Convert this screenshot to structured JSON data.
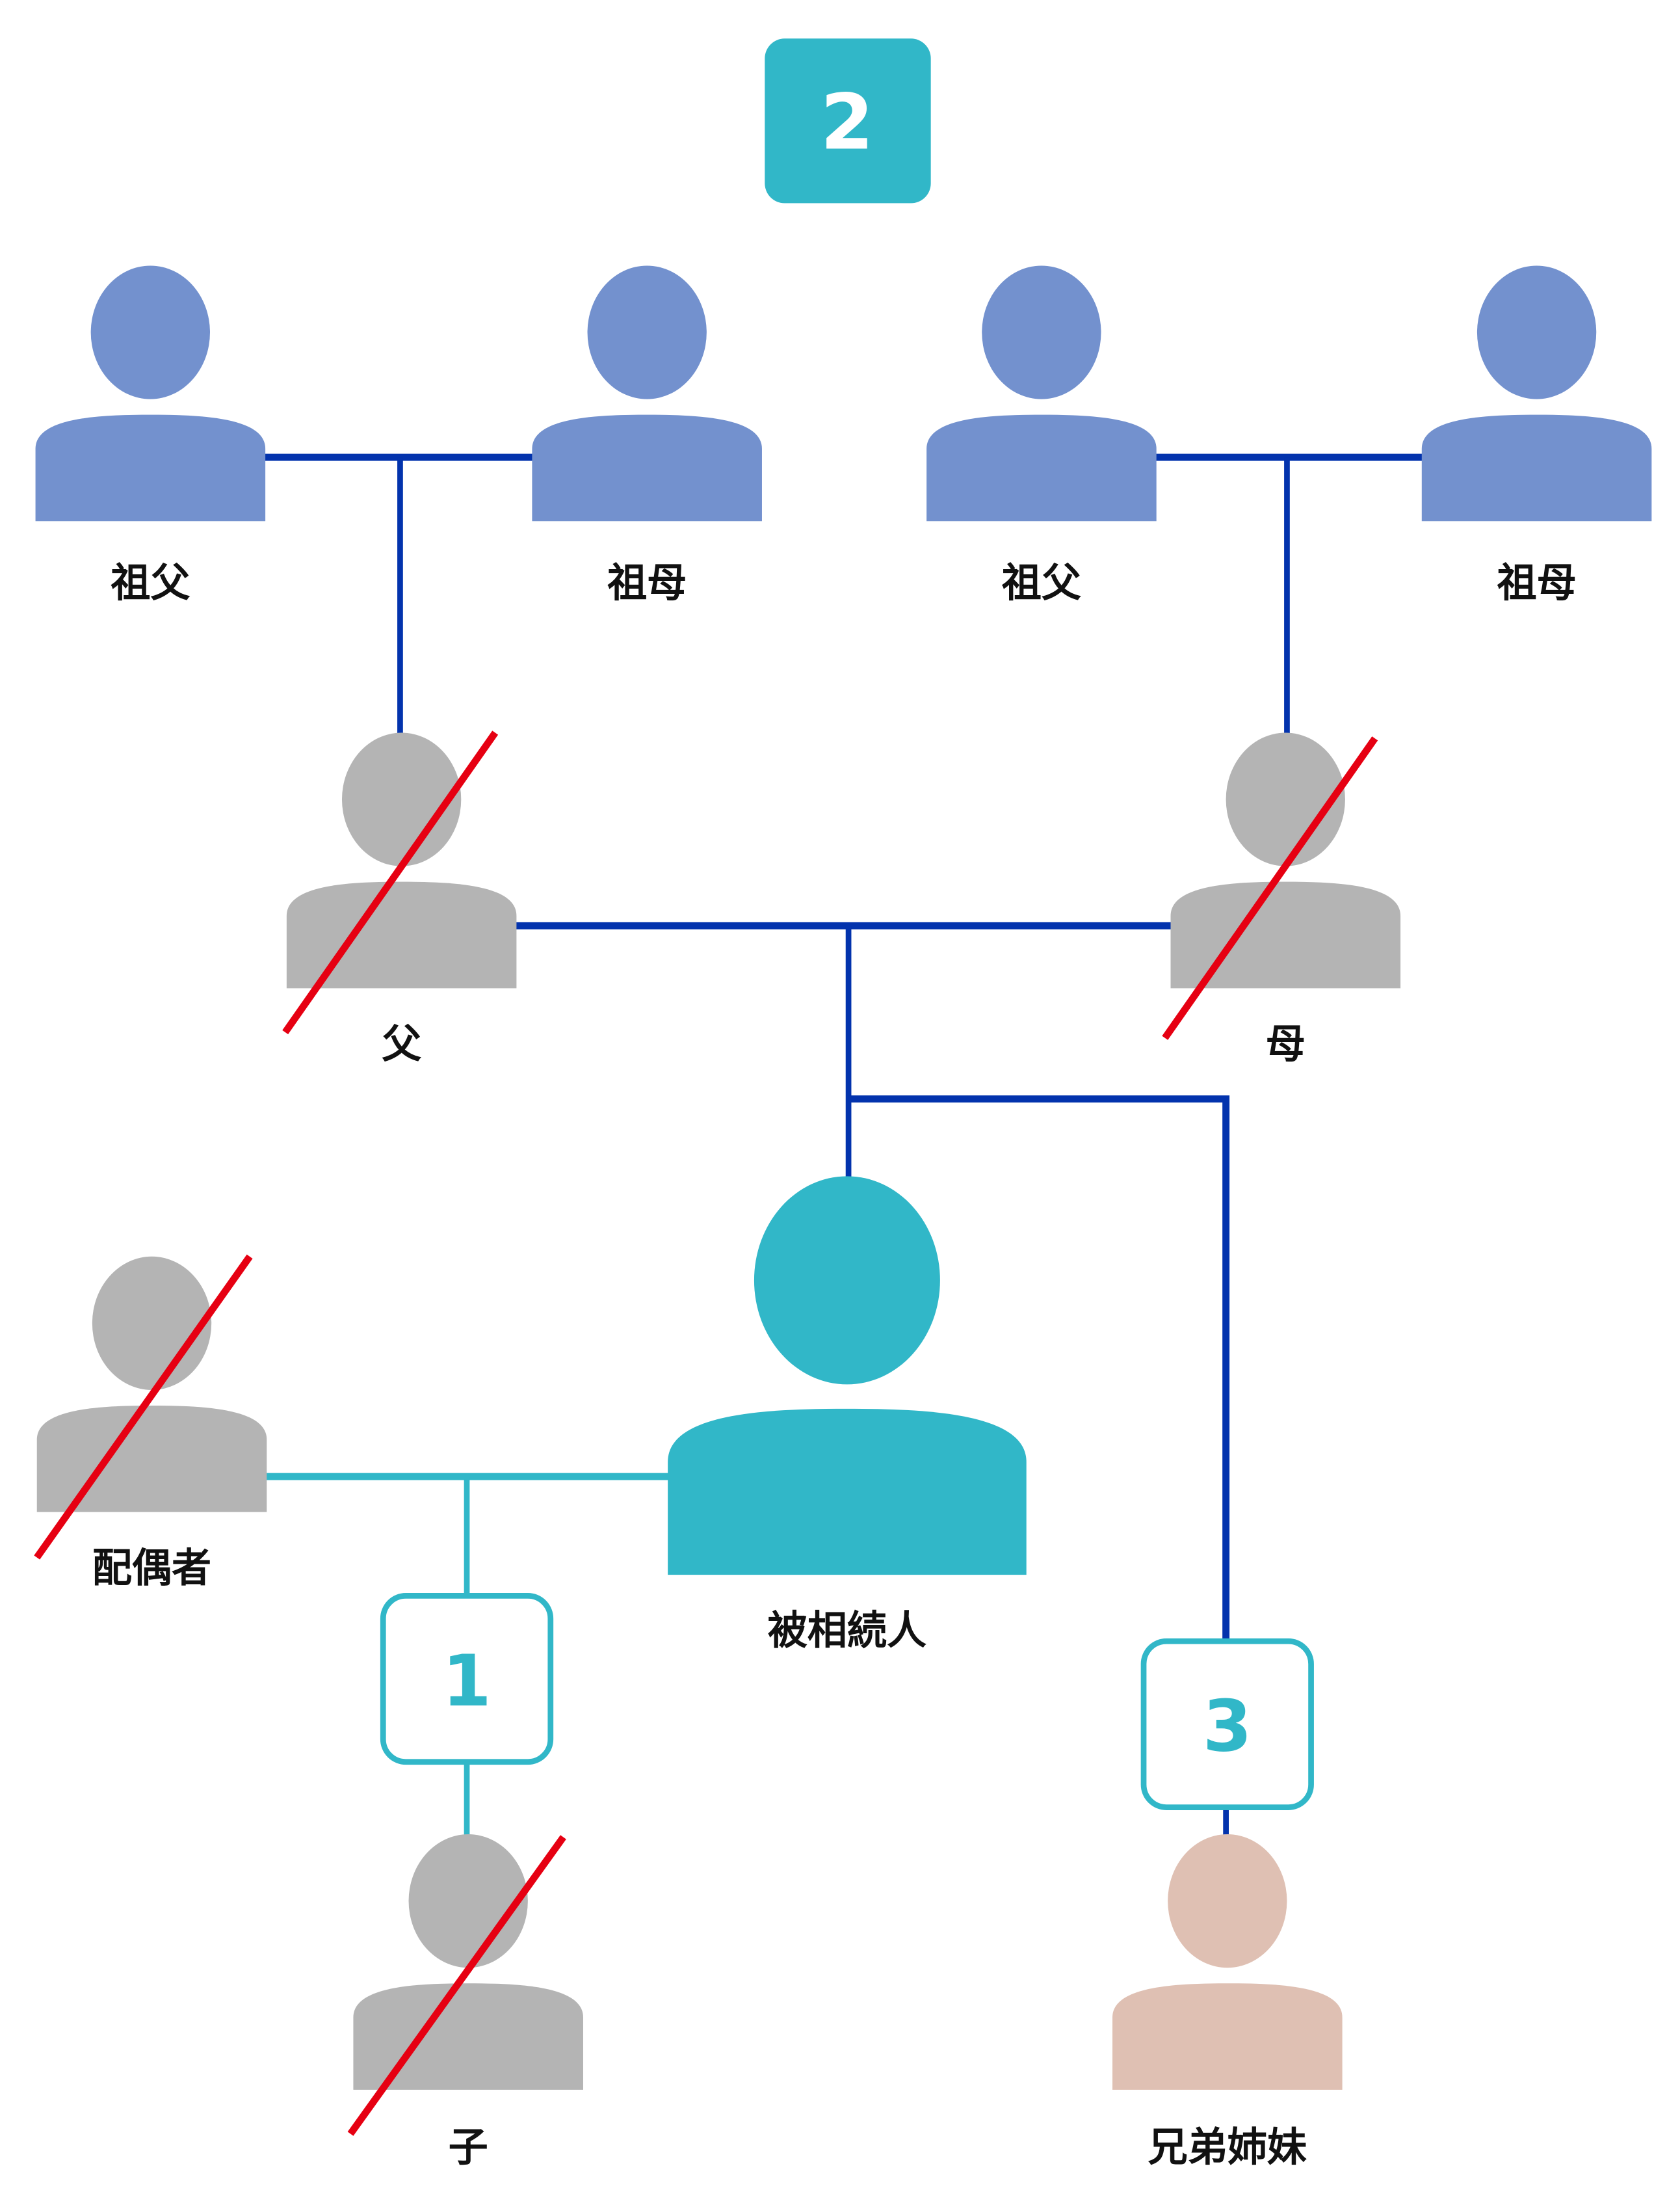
{
  "colors": {
    "grandparent": "#7391CE",
    "deceased": "#B4B4B4",
    "decedent": "#31B7C8",
    "sibling": "#DFC0B3",
    "line_blue": "#0333AD",
    "line_teal": "#31B7C8",
    "strike": "#E60012",
    "badge": "#31B7C8",
    "badge_text_filled": "#FFFFFF"
  },
  "badges": {
    "rank2": "2",
    "rank1": "1",
    "rank3": "3"
  },
  "people": {
    "paternal_grandfather": {
      "label": "祖父",
      "status": "living"
    },
    "paternal_grandmother": {
      "label": "祖母",
      "status": "living"
    },
    "maternal_grandfather": {
      "label": "祖父",
      "status": "living"
    },
    "maternal_grandmother": {
      "label": "祖母",
      "status": "living"
    },
    "father": {
      "label": "父",
      "status": "deceased"
    },
    "mother": {
      "label": "母",
      "status": "deceased"
    },
    "spouse": {
      "label": "配偶者",
      "status": "deceased"
    },
    "decedent": {
      "label": "被相続人",
      "status": "decedent"
    },
    "child": {
      "label": "子",
      "status": "deceased"
    },
    "siblings": {
      "label": "兄弟姉妹",
      "status": "living"
    }
  }
}
